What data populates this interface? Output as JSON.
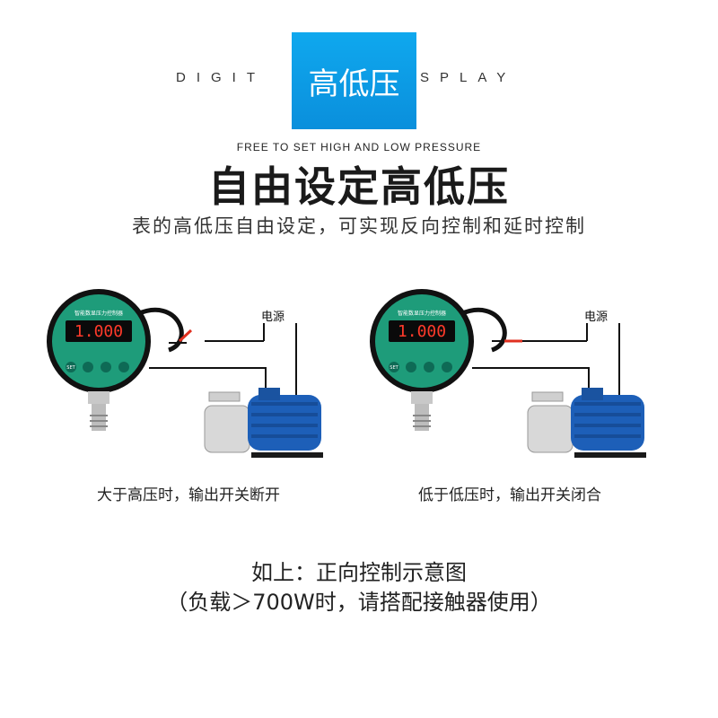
{
  "header": {
    "left_text": "DIGIT",
    "box_text": "高低压",
    "right_text": "SPLAY"
  },
  "subtitle_en": "FREE TO SET HIGH AND LOW PRESSURE",
  "title": "自由设定高低压",
  "description": "表的高低压自由设定，可实现反向控制和延时控制",
  "diagrams": [
    {
      "gauge_label": "智能数显压力控制器",
      "display_value": "1.000",
      "button_labels": [
        "SET",
        "",
        "",
        ""
      ],
      "power_label": "电源",
      "switch_state": "open",
      "caption": "大于高压时，输出开关断开"
    },
    {
      "gauge_label": "智能数显压力控制器",
      "display_value": "1.000",
      "button_labels": [
        "SET",
        "",
        "",
        ""
      ],
      "power_label": "电源",
      "switch_state": "closed",
      "caption": "低于低压时，输出开关闭合"
    }
  ],
  "footer": {
    "line1": "如上：正向控制示意图",
    "line2": "（负载＞700W时，请搭配接触器使用）"
  },
  "colors": {
    "accent_blue": "#0fa8ee",
    "gauge_green": "#1e9c7a",
    "display_red": "#ff3a2a",
    "wire_red": "#e03020",
    "pump_blue": "#1d5fb8"
  }
}
